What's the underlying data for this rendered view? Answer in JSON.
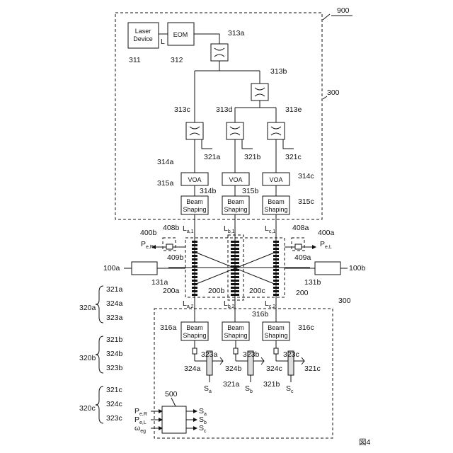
{
  "figure_caption": "図4",
  "refs": {
    "system": "900",
    "unit_top": "300",
    "unit_bottom": "300",
    "trap": "200",
    "laser_ref": "311",
    "eom_ref": "312",
    "splitters": [
      "313a",
      "313b",
      "313c",
      "313d",
      "313e"
    ],
    "monitors": [
      "321a",
      "321b",
      "321c"
    ],
    "voas": [
      "314a",
      "314b",
      "314c"
    ],
    "shaping_top": [
      "315a",
      "315b",
      "315c"
    ],
    "shaping_bottom": [
      "316a",
      "316b",
      "316c"
    ],
    "traps": [
      "200a",
      "200b",
      "200c"
    ],
    "ions_left": [
      "100a",
      "131a"
    ],
    "ions_right": [
      "100b",
      "131b"
    ],
    "probe_left": [
      "400b",
      "408b",
      "409b"
    ],
    "probe_right": [
      "400a",
      "408a",
      "409a"
    ],
    "det_a": [
      "323a",
      "324a",
      "321a"
    ],
    "det_b": [
      "323b",
      "324b",
      "321b"
    ],
    "det_c": [
      "323c",
      "324c",
      "321c"
    ],
    "controller": "500"
  },
  "boxes": {
    "laser": "Laser Device",
    "eom": "EOM",
    "voa": "VOA",
    "beam": "Beam Shaping"
  },
  "labels": {
    "L": "L",
    "L_top": [
      {
        "m": "L",
        "s": "a,1"
      },
      {
        "m": "L",
        "s": "b,1"
      },
      {
        "m": "L",
        "s": "c,1"
      }
    ],
    "L_bot": [
      {
        "m": "L",
        "s": "a,2"
      },
      {
        "m": "L",
        "s": "b,2"
      },
      {
        "m": "L",
        "s": "c,2"
      }
    ],
    "P_left": {
      "m": "P",
      "s": "e,R"
    },
    "P_right": {
      "m": "P",
      "s": "e,L"
    },
    "S": [
      {
        "m": "S",
        "s": "a"
      },
      {
        "m": "S",
        "s": "b"
      },
      {
        "m": "S",
        "s": "c"
      }
    ]
  },
  "groups": [
    {
      "name": "320a",
      "items": [
        "321a",
        "324a",
        "323a"
      ]
    },
    {
      "name": "320b",
      "items": [
        "321b",
        "324b",
        "323b"
      ]
    },
    {
      "name": "320c",
      "items": [
        "321c",
        "324c",
        "323c"
      ]
    }
  ],
  "controller_io": {
    "inputs": [
      {
        "m": "P",
        "s": "e,R"
      },
      {
        "m": "P",
        "s": "e,L"
      },
      {
        "m": "ω",
        "s": "eg"
      }
    ],
    "outputs": [
      {
        "m": "S",
        "s": "a"
      },
      {
        "m": "S",
        "s": "b"
      },
      {
        "m": "S",
        "s": "c"
      }
    ]
  }
}
